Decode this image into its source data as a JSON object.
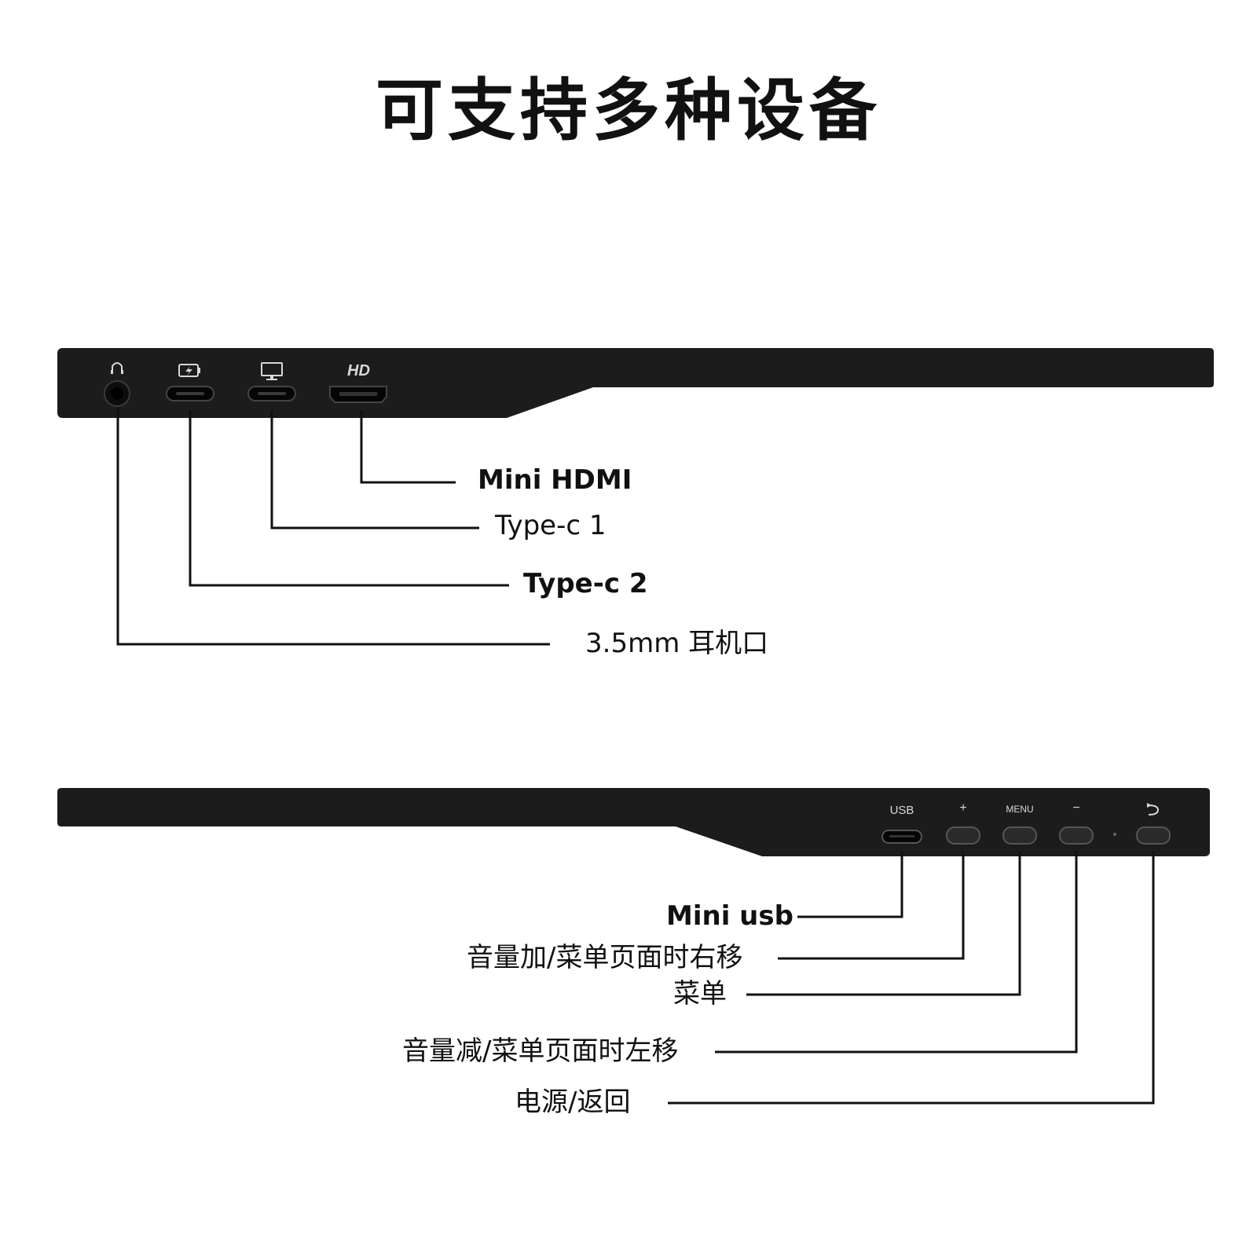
{
  "title": "可支持多种设备",
  "colors": {
    "body": "#1c1c1c",
    "port": "#050505",
    "button": "#2a2a2a",
    "print": "#d8d8d8",
    "line": "#111111"
  },
  "side_one": {
    "ports": [
      {
        "icon": "headphones-icon",
        "label": "3.5mm 耳机口"
      },
      {
        "icon": "battery-charge-icon",
        "label": "Type-c 2"
      },
      {
        "icon": "monitor-icon",
        "label": "Type-c 1"
      },
      {
        "icon": "HD",
        "label": "Mini HDMI"
      }
    ]
  },
  "side_two": {
    "controls": [
      {
        "print": "USB",
        "label": "Mini usb"
      },
      {
        "print": "+",
        "label": "音量加/菜单页面时右移"
      },
      {
        "print": "MENU",
        "label": "菜单"
      },
      {
        "print": "−",
        "label": "音量减/菜单页面时左移"
      },
      {
        "icon": "power-return-icon",
        "label": "电源/返回"
      }
    ]
  }
}
